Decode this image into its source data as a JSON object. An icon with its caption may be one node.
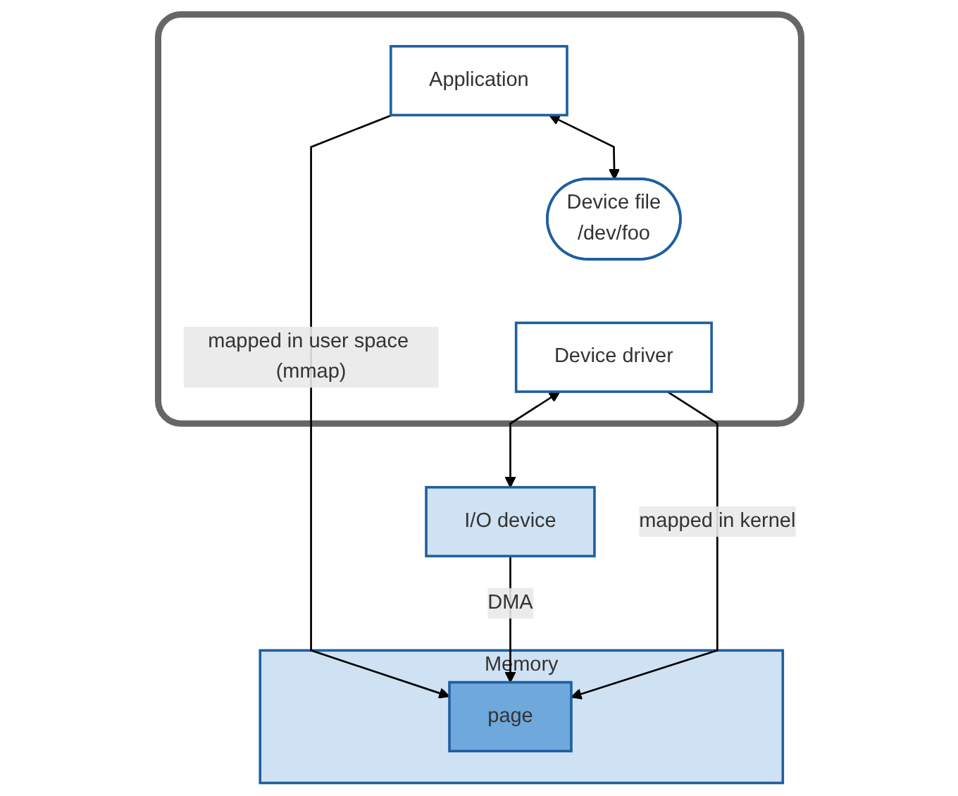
{
  "diagram": {
    "nodes": [
      {
        "text": [],
        "shape": "box"
      },
      {
        "text": [
          "Application"
        ],
        "in": 0
      },
      {
        "text": [
          "Device file",
          "/dev/foo"
        ],
        "in": 0
      },
      {
        "text": [
          "Device driver"
        ],
        "in": 0
      },
      {
        "text": [
          "I/O device"
        ]
      },
      {
        "text": [
          "Memory"
        ]
      },
      {
        "text": [
          "page"
        ],
        "in": 5
      }
    ],
    "edges": [
      {
        "from": 1,
        "to": 2,
        "arrow": "both"
      },
      {
        "from": 3,
        "to": 4,
        "arrow": "both"
      },
      {
        "from": 1,
        "to": 6,
        "arrow": "to",
        "label": "mapped in user space (mmap)"
      },
      {
        "from": 4,
        "to": 6,
        "arrow": "to",
        "label": "DMA"
      },
      {
        "from": 3,
        "to": 6,
        "arrow": "to",
        "label": "mapped in kernel"
      }
    ]
  }
}
